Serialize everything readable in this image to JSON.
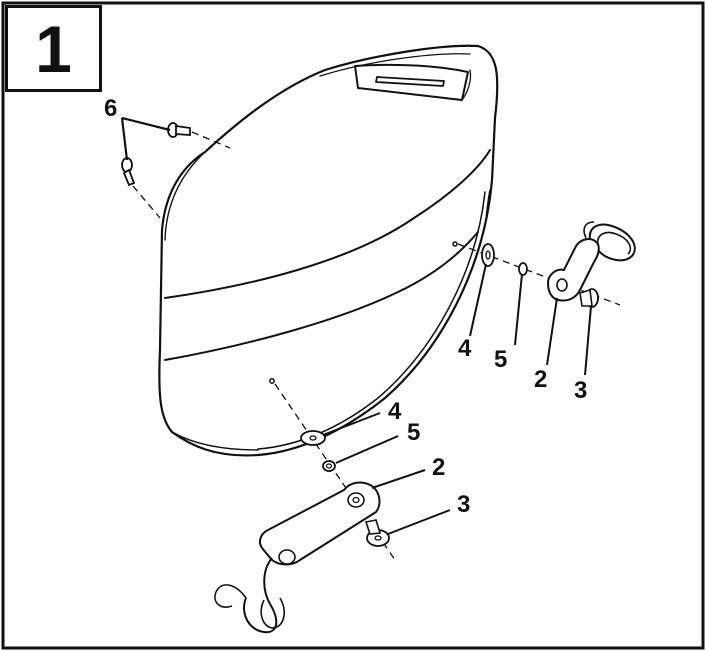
{
  "step": {
    "number": "1"
  },
  "callouts": {
    "screws": "6",
    "washer_upper": "4",
    "nut_upper": "5",
    "bracket_upper": "2",
    "bushing_upper": "3",
    "washer_lower": "4",
    "nut_lower": "5",
    "bracket_lower": "2",
    "bushing_lower": "3"
  },
  "colors": {
    "ink": "#111111",
    "paper": "#ffffff"
  }
}
